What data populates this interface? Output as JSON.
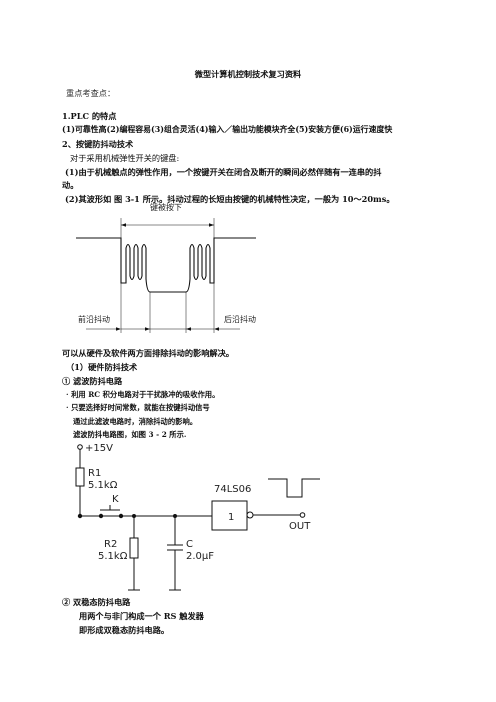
{
  "doc": {
    "title": "微型计算机控制技术复习资料",
    "section": "重点考查点：",
    "lines": [
      "1.PLC 的特点",
      "(1)可靠性高(2)编程容易(3)组合灵活(4)输入／输出功能模块齐全(5)安装方便(6)运行速度快",
      "2、按键防抖动技术",
      "对于采用机械弹性开关的键盘:",
      "(1)由于机械触点的弹性作用，一个按键开关在闭合及断开的瞬间必然伴随有一连串的抖",
      "动。",
      "(2)其波形如 图 3-1 所示。抖动过程的长短由按键的机械特性决定，一般为 10～20ms。",
      "可以从硬件及软件两方面排除抖动的影响解决。",
      "（1）硬件防抖技术",
      "①  滤波防抖电路",
      "· 利用 RC 积分电路对于干扰脉冲的吸收作用。",
      "· 只要选择好时间常数，就能在按键抖动信号",
      "通过此滤波电路时，消除抖动的影响。",
      "滤波防抖电路图，如图 3 - 2 所示.",
      "②  双稳态防抖电路",
      "用两个与非门构成一个 RS 触发器",
      "即形成双稳态防抖电路。"
    ]
  },
  "waveform": {
    "label_pressed": "键被按下",
    "label_front": "前沿抖动",
    "label_back": "后沿抖动"
  },
  "circuit": {
    "vcc": "+15V",
    "r1_name": "R1",
    "r1_value": "5.1kΩ",
    "switch": "K",
    "chip": "74LS06",
    "gate": "1",
    "out": "OUT",
    "r2_name": "R2",
    "r2_value": "5.1kΩ",
    "c_name": "C",
    "c_value": "2.0μF"
  }
}
